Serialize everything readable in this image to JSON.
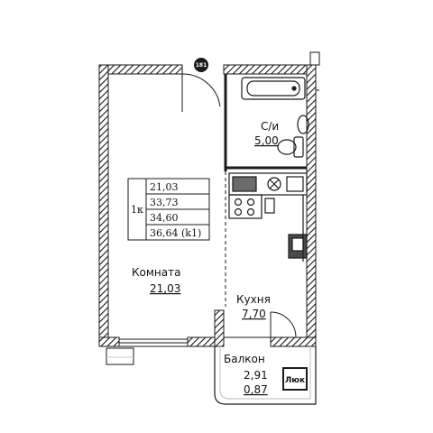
{
  "entrance_badge": "181",
  "summary": {
    "rooms_label": "1к",
    "areas": [
      "21,03",
      "33,73",
      "34,60",
      "36,64 (k1)"
    ]
  },
  "rooms": {
    "bathroom": {
      "name": "С/и",
      "area": "5,00"
    },
    "living": {
      "name": "Комната",
      "area": "21,03"
    },
    "kitchen": {
      "name": "Кухня",
      "area": "7,70"
    },
    "balcony": {
      "name": "Балкон",
      "area": "2,91",
      "area2": "0,87"
    }
  },
  "hatch": {
    "label": "Люк"
  },
  "colors": {
    "wall": "#1a1a1a",
    "hatch_fill": "#888888",
    "balcony_rail": "#c8c8c8"
  }
}
